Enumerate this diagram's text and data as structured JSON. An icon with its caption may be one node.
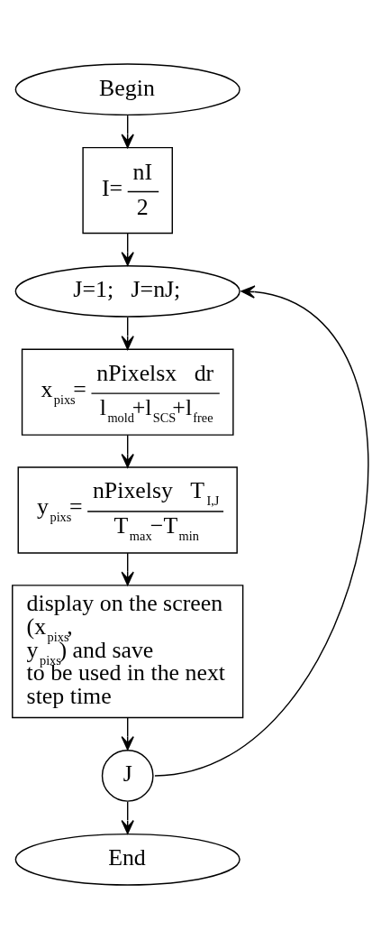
{
  "diagram": {
    "nodes": [
      {
        "text": [
          "Begin"
        ]
      },
      {
        "text": [
          "I=",
          "nI",
          "2"
        ]
      },
      {
        "text": [
          "J=1;   J=nJ;"
        ]
      },
      {
        "text": [
          "x$_{pixs}$=",
          "nPixelsx   dr",
          "l$_{mold}$+l$_{SCS}$+l$_{free}$"
        ]
      },
      {
        "text": [
          "y$_{pixs}$=",
          "nPixelsy   T$_{I,J}$",
          "T$_{max}$−T$_{min}$"
        ]
      },
      {
        "text": [
          "display on the screen (x$_{pixs}$, y$_{pixs}$) and save to be used in the next step time"
        ]
      },
      {
        "text": [
          "J"
        ]
      },
      {
        "text": [
          "End"
        ]
      }
    ],
    "edges": [
      {
        "from": 0,
        "to": 1,
        "arrow": "to"
      },
      {
        "from": 1,
        "to": 2,
        "arrow": "to"
      },
      {
        "from": 2,
        "to": 3,
        "arrow": "to"
      },
      {
        "from": 3,
        "to": 4,
        "arrow": "to"
      },
      {
        "from": 4,
        "to": 5,
        "arrow": "to"
      },
      {
        "from": 5,
        "to": 6,
        "arrow": "to"
      },
      {
        "from": 6,
        "to": 7,
        "arrow": "to"
      },
      {
        "from": 6,
        "to": 2,
        "arrow": "to"
      }
    ]
  }
}
